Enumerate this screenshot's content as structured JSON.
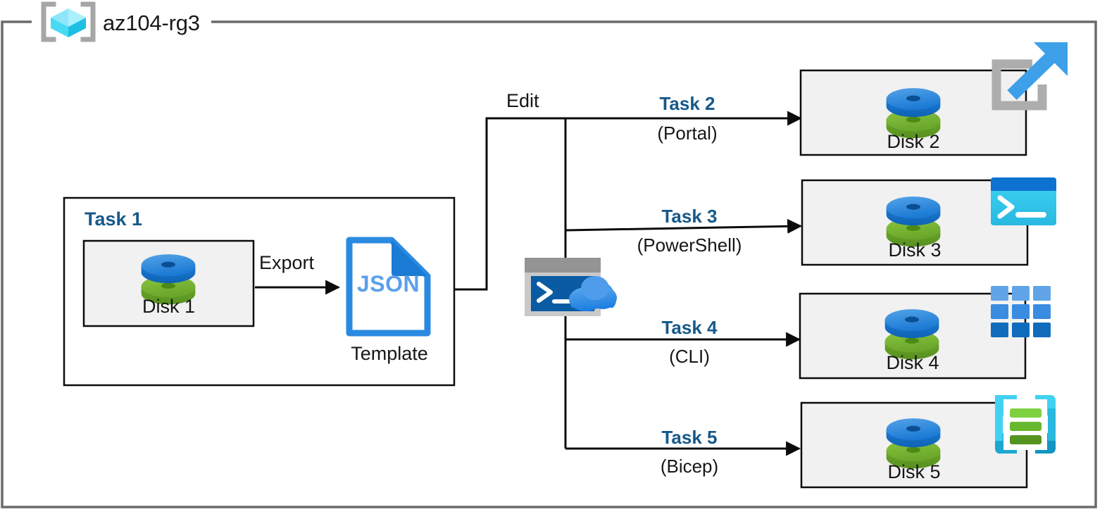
{
  "diagram": {
    "type": "azure-architecture-flow",
    "resource_group": {
      "name": "az104-rg3",
      "icon": "resource-group-icon",
      "border_color": "#6b6b6b"
    },
    "accent_color": "#16598a",
    "box_fill": "#f1f1f1",
    "box_border": "#0c0c0c",
    "task1": {
      "heading": "Task 1",
      "source_disk": "Disk 1",
      "export_label": "Export",
      "template_icon_text": "JSON",
      "template_caption": "Template"
    },
    "edit_label": "Edit",
    "shell_icon": "cloud-shell-icon",
    "tasks": [
      {
        "id": "task-2",
        "label": "Task 2",
        "method": "(Portal)",
        "target": "Disk 2",
        "icon": "portal-icon"
      },
      {
        "id": "task-3",
        "label": "Task 3",
        "method": "(PowerShell)",
        "target": "Disk 3",
        "icon": "powershell-icon"
      },
      {
        "id": "task-4",
        "label": "Task 4",
        "method": "(CLI)",
        "target": "Disk 4",
        "icon": "cli-icon"
      },
      {
        "id": "task-5",
        "label": "Task 5",
        "method": "(Bicep)",
        "target": "Disk 5",
        "icon": "bicep-icon"
      }
    ]
  }
}
